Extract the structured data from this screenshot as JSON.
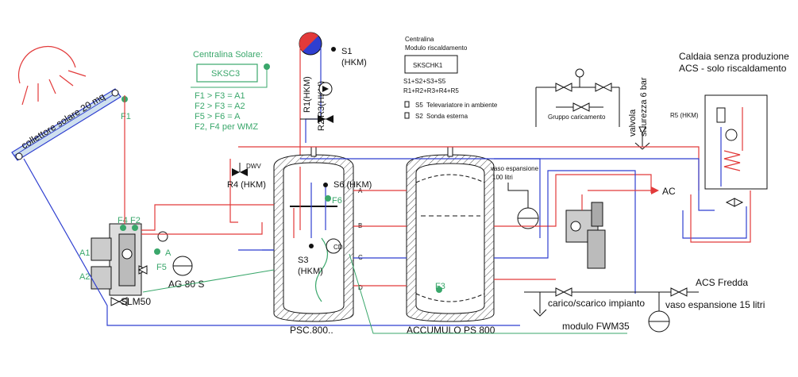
{
  "collector": {
    "label": "collettore solare 20 mq",
    "sensor": "F1"
  },
  "solar_controller": {
    "title": "Centralina Solare:",
    "model": "SKSC3",
    "rules": [
      "F1 > F3 = A1",
      "F2 > F3 = A2",
      "F5 > F6 = A",
      "F2, F4 per WMZ"
    ]
  },
  "heating_controller": {
    "title_line1": "Centralina",
    "title_line2": "Modulo riscaldamento",
    "model": "SKSCHK1",
    "rule1": "S1+S2+S3+S5",
    "rule2": "R1+R2+R3+R4+R5",
    "note_s5_code": "S5",
    "note_s5": "Televariatore in ambiente",
    "note_s2_code": "S2",
    "note_s2": "Sonda esterna"
  },
  "boiler": {
    "line1": "Caldaia senza produzione",
    "line2": "ACS - solo riscaldamento",
    "r5": "R5 (HKM)"
  },
  "s1": {
    "code": "S1",
    "sub": "(HKM)"
  },
  "r1": "R1(HKM)",
  "r2r3": "R2/R3(HKM)",
  "r4": "R4 (HKM)",
  "dwv": "DWV",
  "s6": "S6 (HKM)",
  "s3": {
    "code": "S3",
    "sub": "(HKM)"
  },
  "f6": "F6",
  "f3": "F3",
  "sensors_station": {
    "f4": "F4",
    "f2": "F2",
    "f5": "F5",
    "a": "A",
    "a1": "A1",
    "a2": "A2"
  },
  "expansion_solar": "AG 80 S",
  "station": "SLM50",
  "tank1": {
    "label": "PSC.800..",
    "ports": [
      "A",
      "B",
      "C",
      "D"
    ],
    "cd": "CD"
  },
  "tank2": {
    "label": "ACCUMULO PS 800",
    "vaso_line1": "vaso espansione",
    "vaso_line2": "100 litri"
  },
  "fill_group": "Gruppo caricamento",
  "valve_label_line1": "valvola",
  "valve_label_line2": "sicurezza 6 bar",
  "ac": "AC",
  "acs_fredda": "ACS Fredda",
  "carico": "carico/scarico impianto",
  "vaso15": "vaso espansione 15 litri",
  "fwm": "modulo FWM35",
  "colors": {
    "hot": "#e23a3a",
    "cold": "#2f3fd0",
    "signal": "#3aa76b"
  }
}
